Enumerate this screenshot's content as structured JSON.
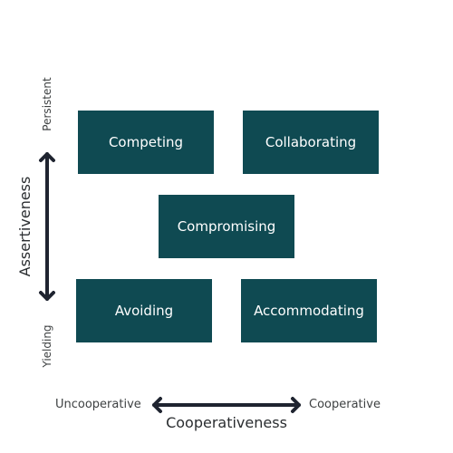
{
  "boxes": {
    "competing": "Competing",
    "collaborating": "Collaborating",
    "compromising": "Compromising",
    "avoiding": "Avoiding",
    "accommodating": "Accommodating"
  },
  "y_axis": {
    "title": "Assertiveness",
    "top_label": "Persistent",
    "bottom_label": "Yielding"
  },
  "x_axis": {
    "title": "Cooperativeness",
    "left_label": "Uncooperative",
    "right_label": "Cooperative"
  },
  "colors": {
    "box_fill": "#0f4a52",
    "box_text": "#ffffff",
    "arrow": "#1f2430",
    "label_text": "#3e4142"
  }
}
